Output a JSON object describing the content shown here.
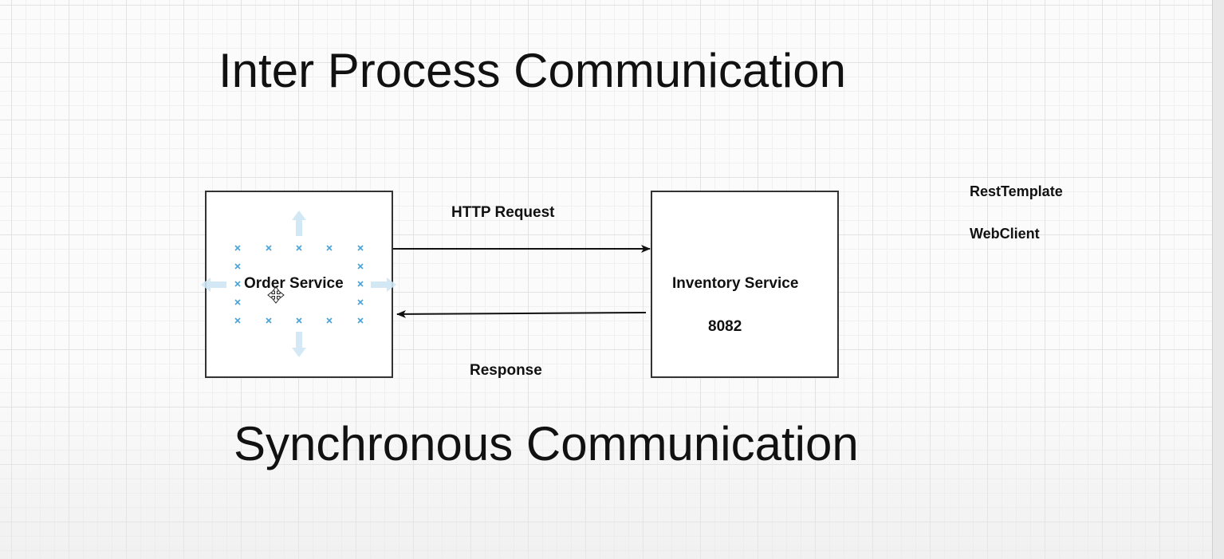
{
  "diagram": {
    "title": "Inter Process Communication",
    "subtitle": "Synchronous Communication",
    "order_service": {
      "label": "Order Service"
    },
    "inventory_service": {
      "label": "Inventory Service",
      "port": "8082"
    },
    "edges": {
      "request": {
        "label": "HTTP Request",
        "from": "Order Service",
        "to": "Inventory Service"
      },
      "response": {
        "label": "Response",
        "from": "Inventory Service",
        "to": "Order Service"
      }
    },
    "notes": [
      "RestTemplate",
      "WebClient"
    ]
  },
  "colors": {
    "stroke": "#333333",
    "selection_handle": "#4aa3d8",
    "background": "#fbfbfb"
  },
  "icons": {
    "cursor": "move-cursor-icon",
    "handles": "selection-handle-icon",
    "connection_arrows": "connection-arrow-icon"
  }
}
